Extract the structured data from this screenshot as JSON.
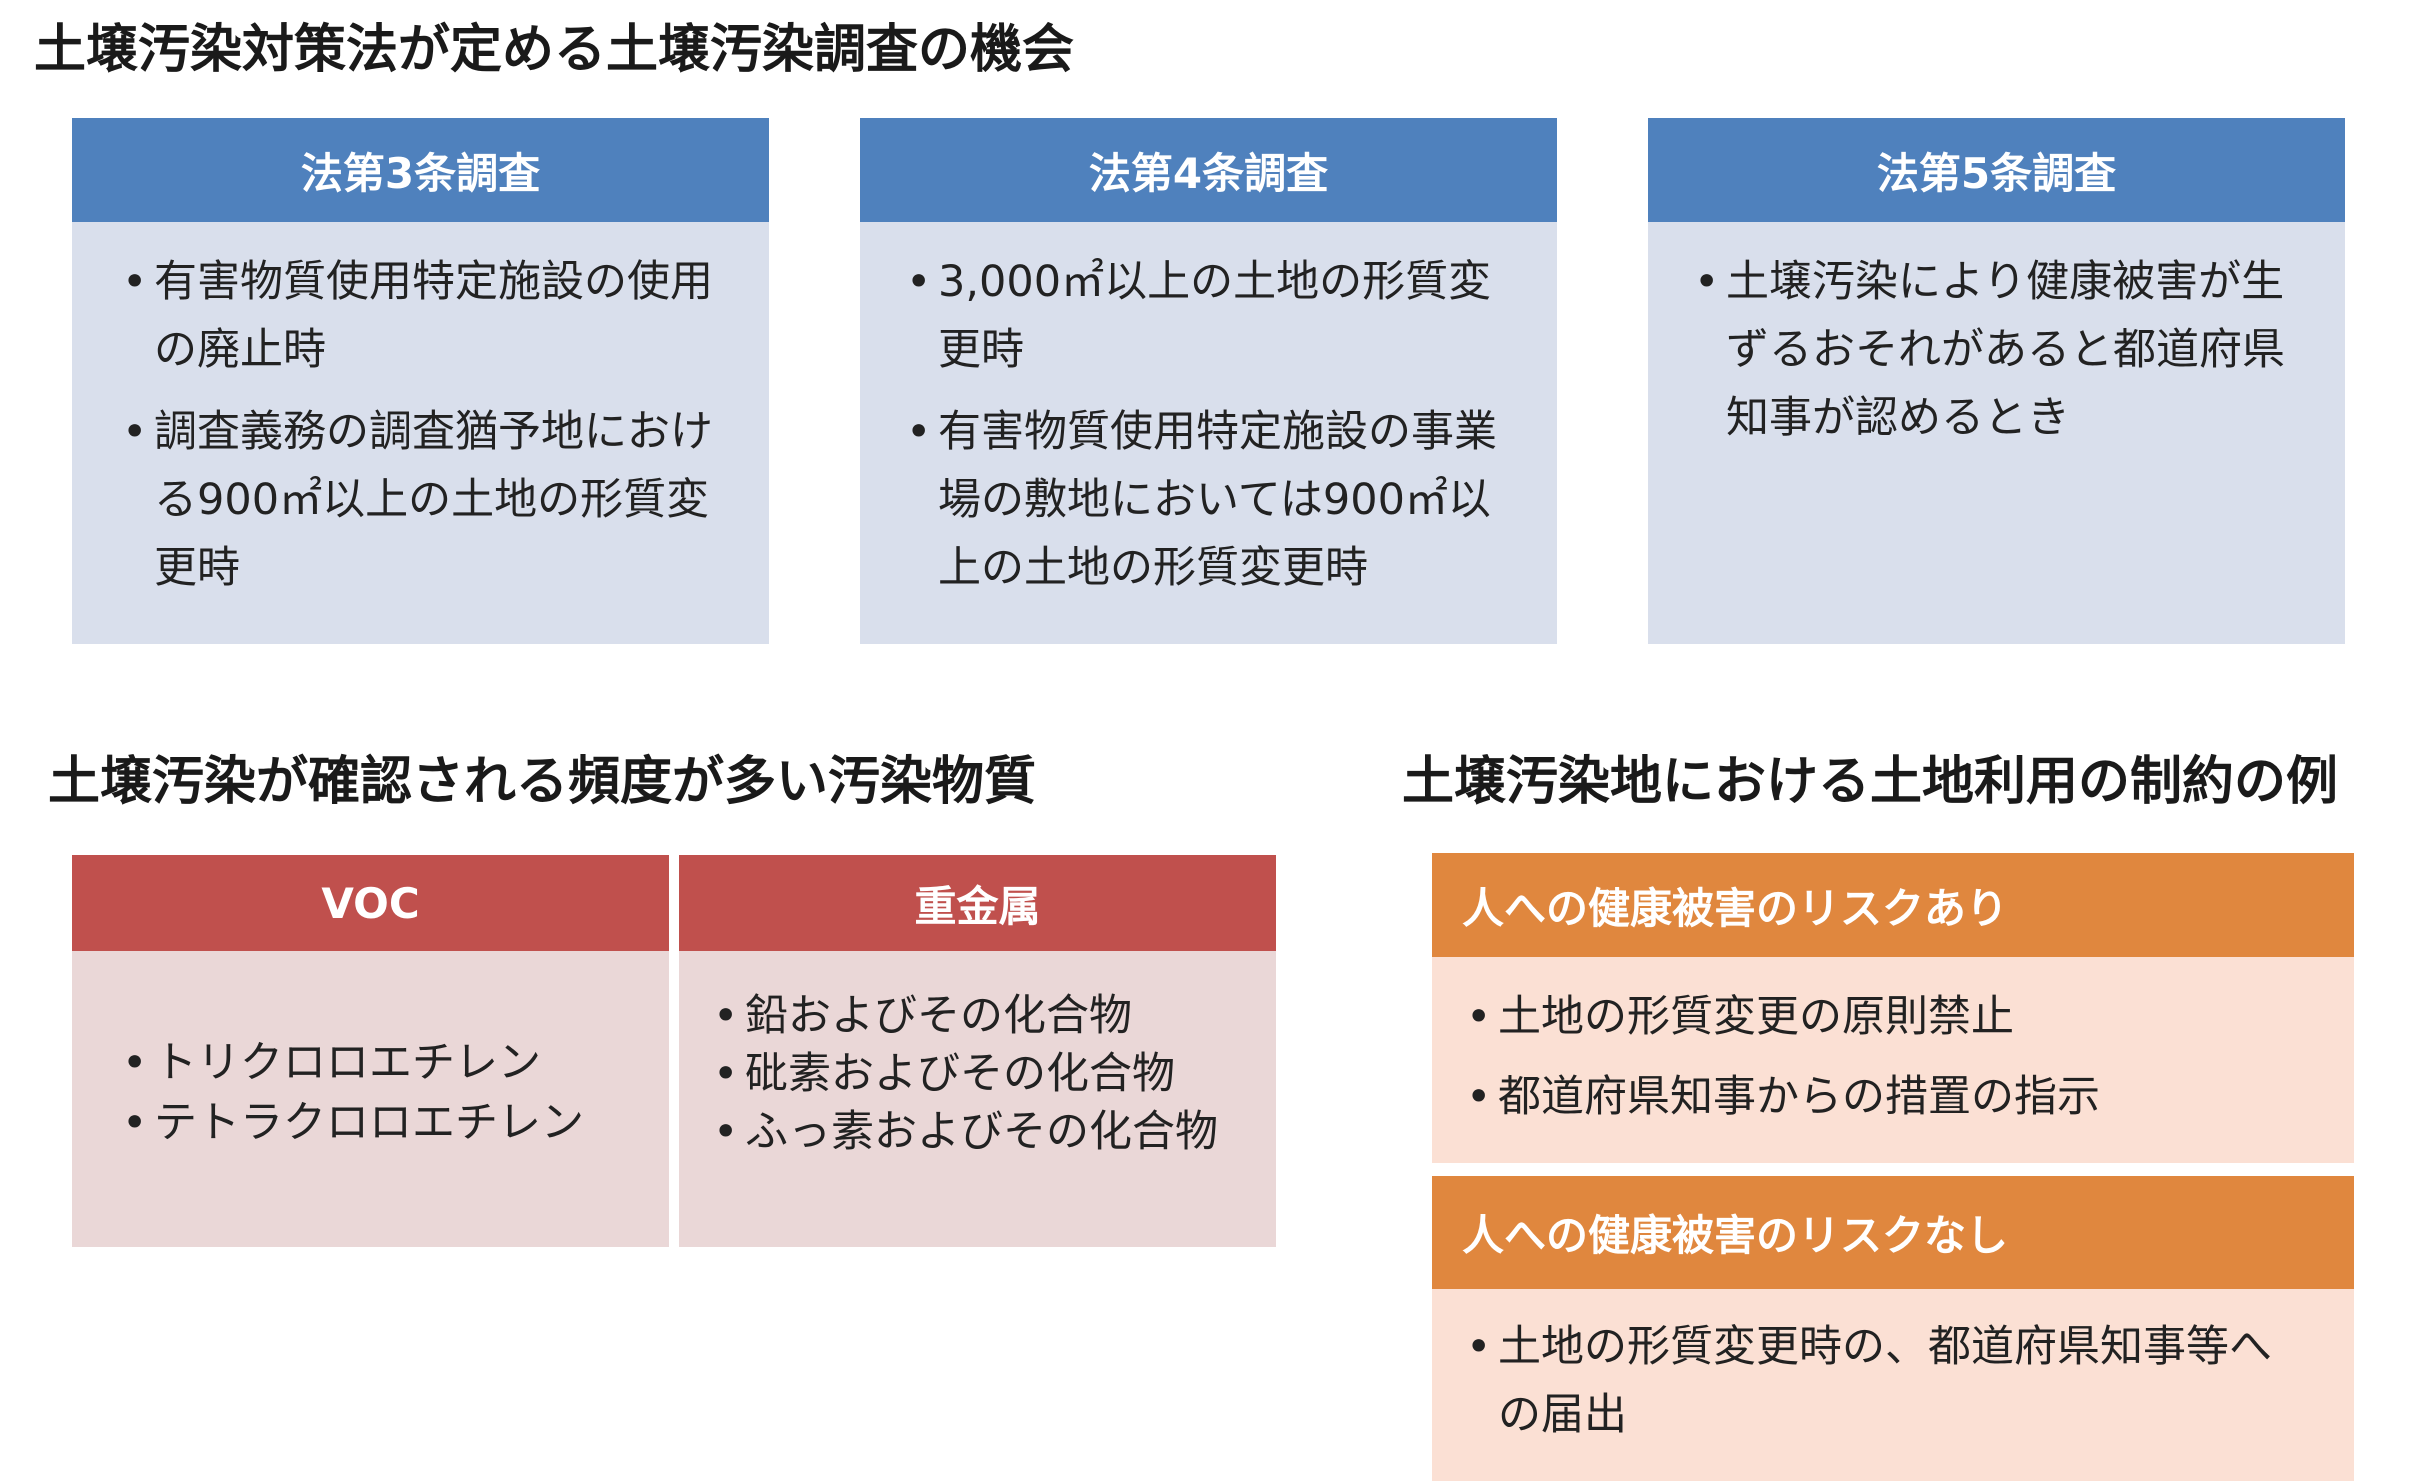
{
  "colors": {
    "blue_header": "#4f81bd",
    "blue_body": "#d9dfec",
    "red_header": "#c0504d",
    "red_body": "#ead7d7",
    "orange_header": "#e0873e",
    "orange_body": "#fbe0d4"
  },
  "survey": {
    "title": "土壌汚染対策法が定める土壌汚染調査の機会",
    "boxes": [
      {
        "header": "法第3条調査",
        "items": [
          "有害物質使用特定施設の使用の廃止時",
          "調査義務の調査猶予地における900㎡以上の土地の形質変更時"
        ]
      },
      {
        "header": "法第4条調査",
        "items": [
          "3,000㎡以上の土地の形質変更時",
          "有害物質使用特定施設の事業場の敷地においては900㎡以上の土地の形質変更時"
        ]
      },
      {
        "header": "法第5条調査",
        "items": [
          "土壌汚染により健康被害が生ずるおそれがあると都道府県知事が認めるとき"
        ]
      }
    ]
  },
  "pollutants": {
    "title": "土壌汚染が確認される頻度が多い汚染物質",
    "boxes": [
      {
        "header": "VOC",
        "items": [
          "トリクロロエチレン",
          "テトラクロロエチレン"
        ]
      },
      {
        "header": "重金属",
        "items": [
          "鉛およびその化合物",
          "砒素およびその化合物",
          "ふっ素およびその化合物"
        ]
      }
    ]
  },
  "restrictions": {
    "title": "土壌汚染地における土地利用の制約の例",
    "boxes": [
      {
        "header": "人への健康被害のリスクあり",
        "items": [
          "土地の形質変更の原則禁止",
          "都道府県知事からの措置の指示"
        ]
      },
      {
        "header": "人への健康被害のリスクなし",
        "items": [
          "土地の形質変更時の、都道府県知事等への届出"
        ]
      }
    ]
  }
}
